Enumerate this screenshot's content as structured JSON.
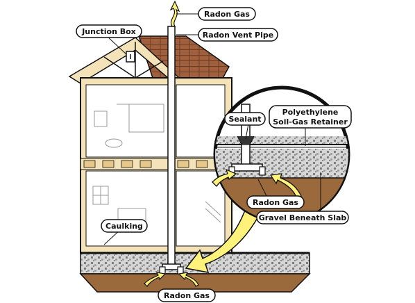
{
  "labels": {
    "radon_gas_top": "Radon Gas",
    "junction_box": "Junction Box",
    "radon_vent_pipe": "Radon Vent Pipe",
    "sealant": "Sealant",
    "polyethylene_line1": "Polyethylene",
    "polyethylene_line2": "Soil-Gas Retainer",
    "radon_gas_inset": "Radon Gas",
    "gravel_beneath_slab": "Gravel Beneath Slab",
    "caulking": "Caulking",
    "radon_gas_bottom": "Radon Gas"
  },
  "colors": {
    "wall": "#f4e3b8",
    "roof": "#a0603e",
    "soil": "#9b6a3c",
    "gravel": "#c9c9c9",
    "arrow": "#fff27a",
    "outline": "#111111"
  },
  "icons": {
    "gas_arrow": "arrow-up-icon",
    "big_arrow": "curved-arrow-icon"
  }
}
